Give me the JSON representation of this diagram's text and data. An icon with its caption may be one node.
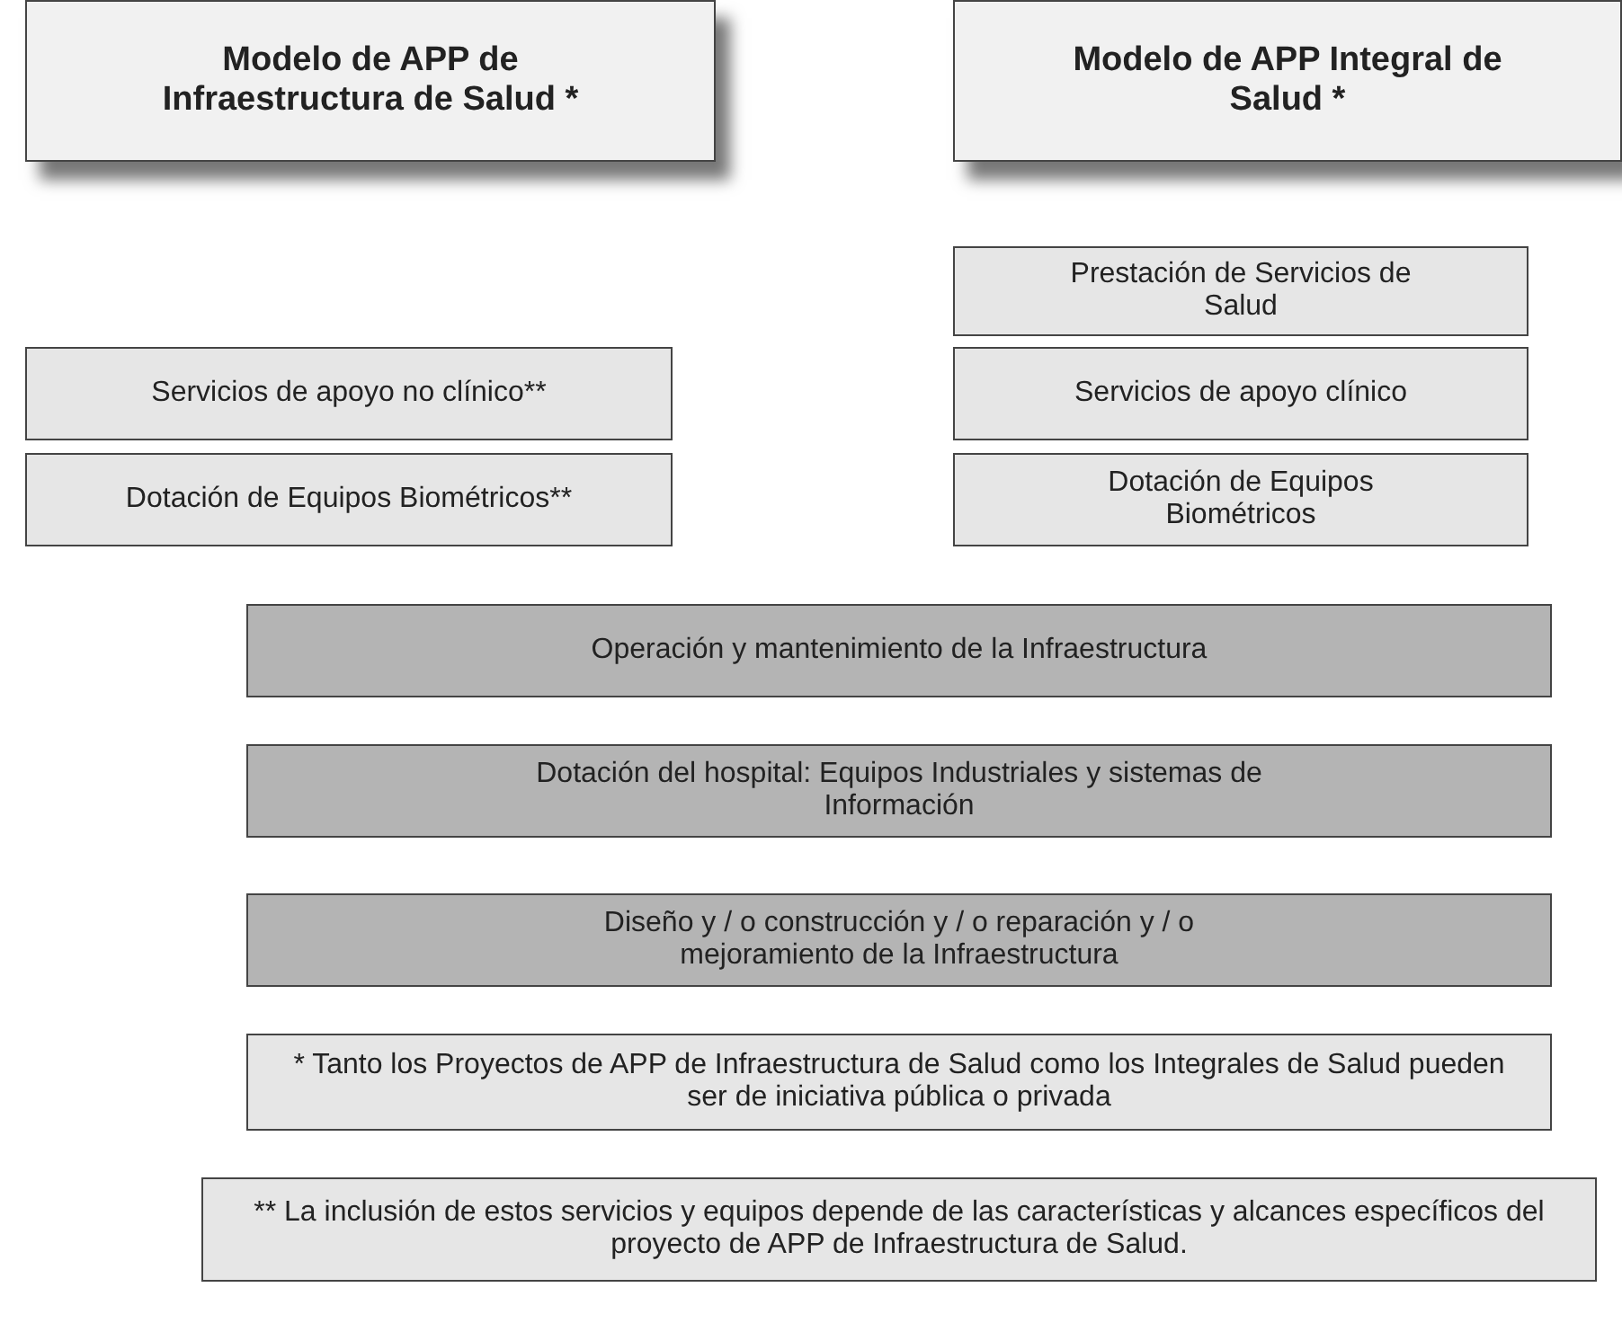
{
  "diagram": {
    "nodes": [
      {
        "text": [
          "Modelo de APP de Infraestructura de Salud *"
        ]
      },
      {
        "text": [
          "Modelo de APP Integral de Salud *"
        ]
      },
      {
        "text": [
          "Prestación de Servicios de Salud"
        ]
      },
      {
        "text": [
          "Servicios de apoyo no clínico**"
        ]
      },
      {
        "text": [
          "Servicios de apoyo clínico"
        ]
      },
      {
        "text": [
          "Dotación de Equipos Biométricos**"
        ]
      },
      {
        "text": [
          "Dotación de Equipos Biométricos"
        ]
      },
      {
        "text": [
          "Operación y mantenimiento de la Infraestructura"
        ]
      },
      {
        "text": [
          "Dotación del hospital: Equipos Industriales y sistemas de Información"
        ]
      },
      {
        "text": [
          "Diseño y / o construcción y / o reparación y / o mejoramiento de la Infraestructura"
        ]
      },
      {
        "text": [
          "* Tanto los Proyectos de APP de Infraestructura de Salud como los Integrales de Salud pueden ser de iniciativa pública o privada"
        ]
      },
      {
        "text": [
          "** La inclusión de estos servicios y equipos depende de las características y alcances específicos del proyecto de APP de Infraestructura de Salud."
        ]
      }
    ]
  }
}
